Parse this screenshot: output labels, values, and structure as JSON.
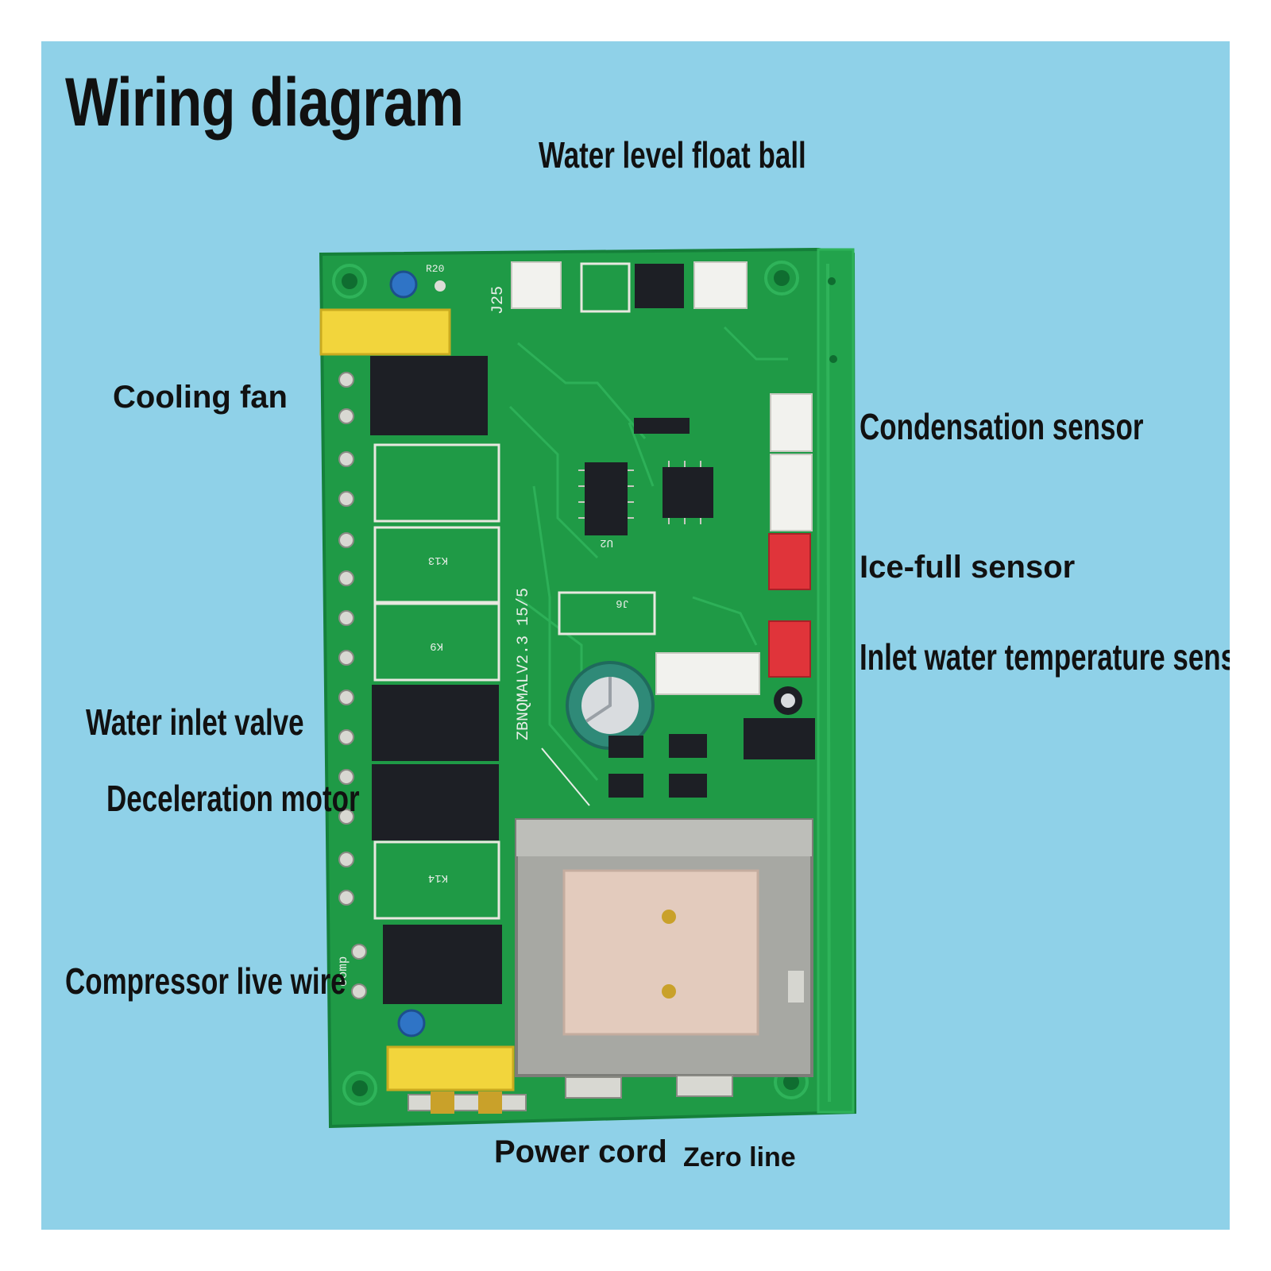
{
  "title": "Wiring diagram",
  "labels": {
    "water_level_float_ball": "Water level float ball",
    "cooling_fan": "Cooling fan",
    "condensation_sensor": "Condensation sensor",
    "ice_full_sensor": "Ice-full sensor",
    "inlet_water_temperature_sensor": "Inlet water temperature sensor",
    "water_inlet_valve": "Water inlet valve",
    "deceleration_motor": "Deceleration motor",
    "compressor_live_wire": "Compressor live wire",
    "power_cord": "Power cord",
    "zero_line": "Zero line"
  },
  "silkscreen": {
    "board_version": "ZBNQMALV2.3 15/5",
    "j25": "J25",
    "r20": "R20",
    "k13": "K13",
    "k9": "K9",
    "k14": "K14",
    "u2": "U2",
    "j6": "J6",
    "comp": "comp"
  },
  "colors": {
    "background": "#8fd1e8",
    "pcb": "#1f9a46",
    "pcb_dark": "#16803a",
    "trace": "#2fb35a",
    "relay": "#1d1f25",
    "connector_white": "#f2f2ee",
    "connector_red": "#e0343a",
    "capacitor": "#2f8a78",
    "transformer": "#a7a8a3",
    "transformer_core": "#e3cbbd",
    "yellow_cap": "#f2d53c"
  }
}
